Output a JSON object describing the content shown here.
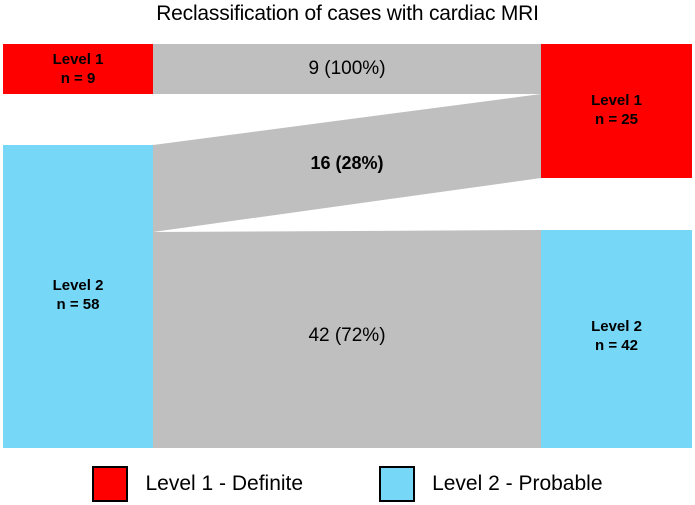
{
  "title": "Reclassification of cases with cardiac MRI",
  "colors": {
    "level1": "#FF0000",
    "level2": "#76D7F7",
    "flow": "#BFBFBF",
    "background": "#FFFFFF",
    "text": "#000000"
  },
  "nodes": {
    "left": [
      {
        "id": "left-level-1",
        "name": "Level 1",
        "count": "n = 9",
        "color_key": "level1"
      },
      {
        "id": "left-level-2",
        "name": "Level 2",
        "count": "n = 58",
        "color_key": "level2"
      }
    ],
    "right": [
      {
        "id": "right-level-1",
        "name": "Level 1",
        "count": "n = 25",
        "color_key": "level1"
      },
      {
        "id": "right-level-2",
        "name": "Level 2",
        "count": "n = 42",
        "color_key": "level2"
      }
    ]
  },
  "flows": [
    {
      "id": "flow-l1-to-r1",
      "label": "9 (100%)",
      "bold": false,
      "source": "Level 1",
      "target": "Level 1",
      "value": 9,
      "percent": "100%"
    },
    {
      "id": "flow-l2-to-r1",
      "label": "16 (28%)",
      "bold": true,
      "source": "Level 2",
      "target": "Level 1",
      "value": 16,
      "percent": "28%"
    },
    {
      "id": "flow-l2-to-r2",
      "label": "42 (72%)",
      "bold": false,
      "source": "Level 2",
      "target": "Level 2",
      "value": 42,
      "percent": "72%"
    }
  ],
  "legend": [
    {
      "id": "legend-level-1",
      "label": "Level 1 - Definite",
      "color_key": "level1"
    },
    {
      "id": "legend-level-2",
      "label": "Level 2 - Probable",
      "color_key": "level2"
    }
  ],
  "chart_data": {
    "type": "sankey",
    "title": "Reclassification of cases with cardiac MRI",
    "nodes": [
      {
        "side": "left",
        "label": "Level 1",
        "value": 9
      },
      {
        "side": "left",
        "label": "Level 2",
        "value": 58
      },
      {
        "side": "right",
        "label": "Level 1",
        "value": 25
      },
      {
        "side": "right",
        "label": "Level 2",
        "value": 42
      }
    ],
    "links": [
      {
        "source": "Level 1 (left)",
        "target": "Level 1 (right)",
        "value": 9,
        "label": "9 (100%)",
        "percent_of_source": 100
      },
      {
        "source": "Level 2 (left)",
        "target": "Level 1 (right)",
        "value": 16,
        "label": "16 (28%)",
        "percent_of_source": 28
      },
      {
        "source": "Level 2 (left)",
        "target": "Level 2 (right)",
        "value": 42,
        "label": "42 (72%)",
        "percent_of_source": 72
      }
    ],
    "legend": [
      "Level 1 - Definite",
      "Level 2 - Probable"
    ],
    "legend_position": "bottom",
    "grid": false
  }
}
